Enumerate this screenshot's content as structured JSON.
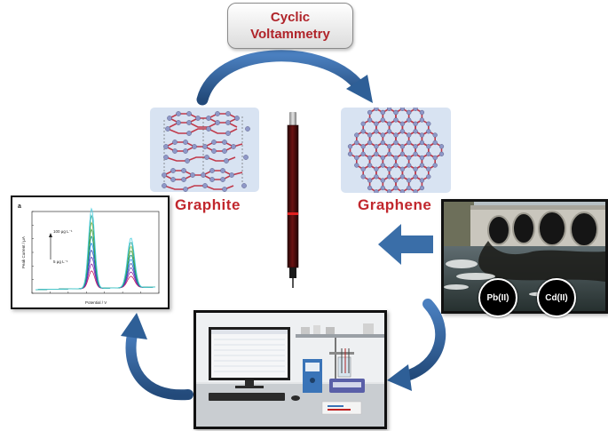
{
  "title": {
    "line1": "Cyclic",
    "line2": "Voltammetry"
  },
  "graphite": {
    "label": "Graphite"
  },
  "graphene": {
    "label": "Graphene"
  },
  "voltammogram": {
    "panel_letter": "a",
    "ylabel": "Peak Current / μA",
    "xlabel": "Potential / V",
    "conc_high": "100 μg L⁻¹",
    "conc_low": "5 μg L⁻¹"
  },
  "ions": {
    "pb": "Pb(II)",
    "cd": "Cd(II)"
  },
  "colors": {
    "title_red": "#b0242a",
    "label_red": "#c1272d",
    "arrow_blue": "#2e5f97",
    "panel_blue": "#d8e3f2"
  }
}
